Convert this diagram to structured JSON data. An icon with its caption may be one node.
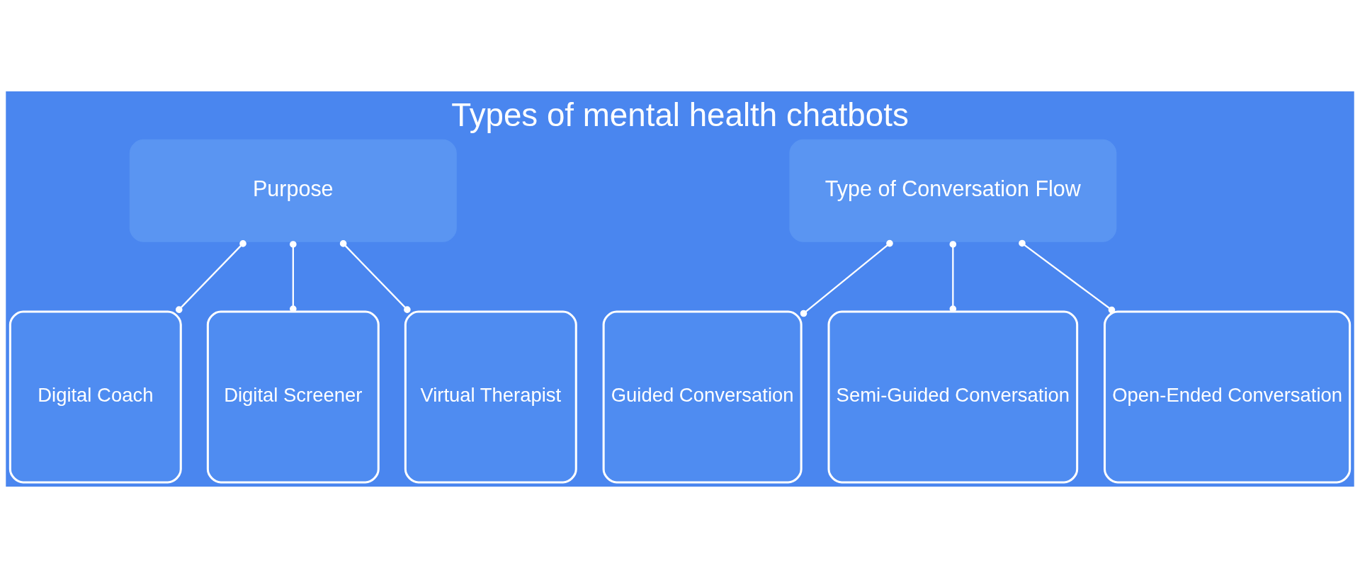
{
  "diagram": {
    "title": "Types of mental health chatbots",
    "nodes": [
      {
        "text": [
          "Purpose"
        ]
      },
      {
        "text": [
          "Type of Conversation Flow"
        ]
      },
      {
        "text": [
          "Digital Coach"
        ]
      },
      {
        "text": [
          "Digital Screener"
        ]
      },
      {
        "text": [
          "Virtual Therapist"
        ]
      },
      {
        "text": [
          "Guided Conversation"
        ]
      },
      {
        "text": [
          "Semi-Guided Conversation"
        ]
      },
      {
        "text": [
          "Open-Ended Conversation"
        ]
      }
    ],
    "edges": [
      {
        "from": 0,
        "to": 2,
        "arrow": "other"
      },
      {
        "from": 0,
        "to": 3,
        "arrow": "other"
      },
      {
        "from": 0,
        "to": 4,
        "arrow": "other"
      },
      {
        "from": 1,
        "to": 5,
        "arrow": "other"
      },
      {
        "from": 1,
        "to": 6,
        "arrow": "other"
      },
      {
        "from": 1,
        "to": 7,
        "arrow": "other"
      }
    ]
  }
}
